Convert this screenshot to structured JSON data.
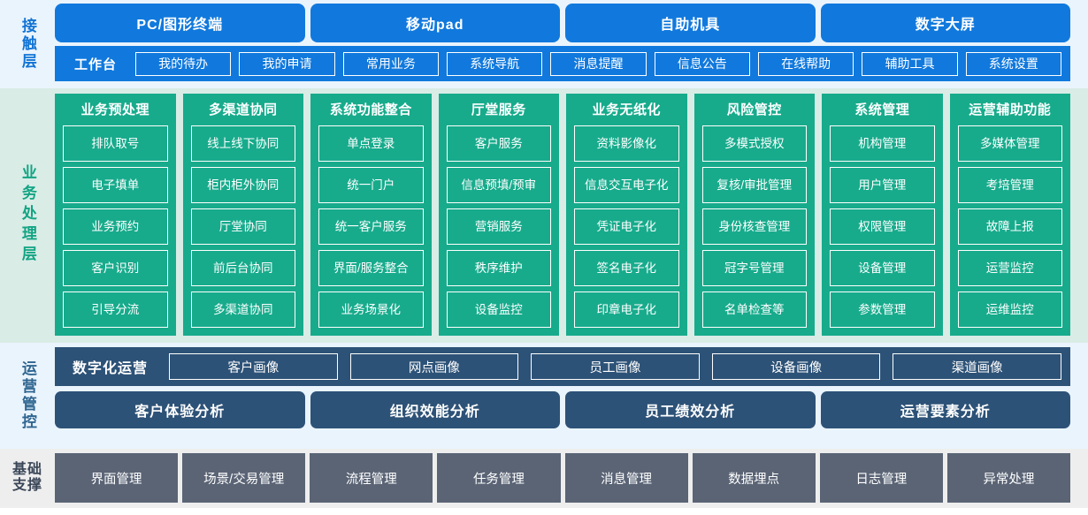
{
  "layers": {
    "contact": {
      "label": "接触层",
      "channels": [
        "PC/图形终端",
        "移动pad",
        "自助机具",
        "数字大屏"
      ],
      "workbench_title": "工作台",
      "workbench_items": [
        "我的待办",
        "我的申请",
        "常用业务",
        "系统导航",
        "消息提醒",
        "信息公告",
        "在线帮助",
        "辅助工具",
        "系统设置"
      ]
    },
    "business": {
      "label": "业务处理层",
      "columns": [
        {
          "title": "业务预处理",
          "items": [
            "排队取号",
            "电子填单",
            "业务预约",
            "客户识别",
            "引导分流"
          ]
        },
        {
          "title": "多渠道协同",
          "items": [
            "线上线下协同",
            "柜内柜外协同",
            "厅堂协同",
            "前后台协同",
            "多渠道协同"
          ]
        },
        {
          "title": "系统功能整合",
          "items": [
            "单点登录",
            "统一门户",
            "统一客户服务",
            "界面/服务整合",
            "业务场景化"
          ]
        },
        {
          "title": "厅堂服务",
          "items": [
            "客户服务",
            "信息预填/预审",
            "营销服务",
            "秩序维护",
            "设备监控"
          ]
        },
        {
          "title": "业务无纸化",
          "items": [
            "资料影像化",
            "信息交互电子化",
            "凭证电子化",
            "签名电子化",
            "印章电子化"
          ]
        },
        {
          "title": "风险管控",
          "items": [
            "多模式授权",
            "复核/审批管理",
            "身份核查管理",
            "冠字号管理",
            "名单检查等"
          ]
        },
        {
          "title": "系统管理",
          "items": [
            "机构管理",
            "用户管理",
            "权限管理",
            "设备管理",
            "参数管理"
          ]
        },
        {
          "title": "运营辅助功能",
          "items": [
            "多媒体管理",
            "考培管理",
            "故障上报",
            "运营监控",
            "运维监控"
          ]
        }
      ]
    },
    "operations": {
      "label": "运营管控",
      "digital_title": "数字化运营",
      "portraits": [
        "客户画像",
        "网点画像",
        "员工画像",
        "设备画像",
        "渠道画像"
      ],
      "analyses": [
        "客户体验分析",
        "组织效能分析",
        "员工绩效分析",
        "运营要素分析"
      ]
    },
    "base": {
      "label_line1": "基础",
      "label_line2": "支撑",
      "items": [
        "界面管理",
        "场景/交易管理",
        "流程管理",
        "任务管理",
        "消息管理",
        "数据埋点",
        "日志管理",
        "异常处理"
      ]
    }
  },
  "colors": {
    "contact_bg": "#eaf4fd",
    "contact_accent": "#1179dd",
    "business_bg": "#d9ece6",
    "business_accent": "#17ab8c",
    "operations_accent": "#2d5277",
    "base_bg": "#eeeeee",
    "base_accent": "#5a6475"
  }
}
